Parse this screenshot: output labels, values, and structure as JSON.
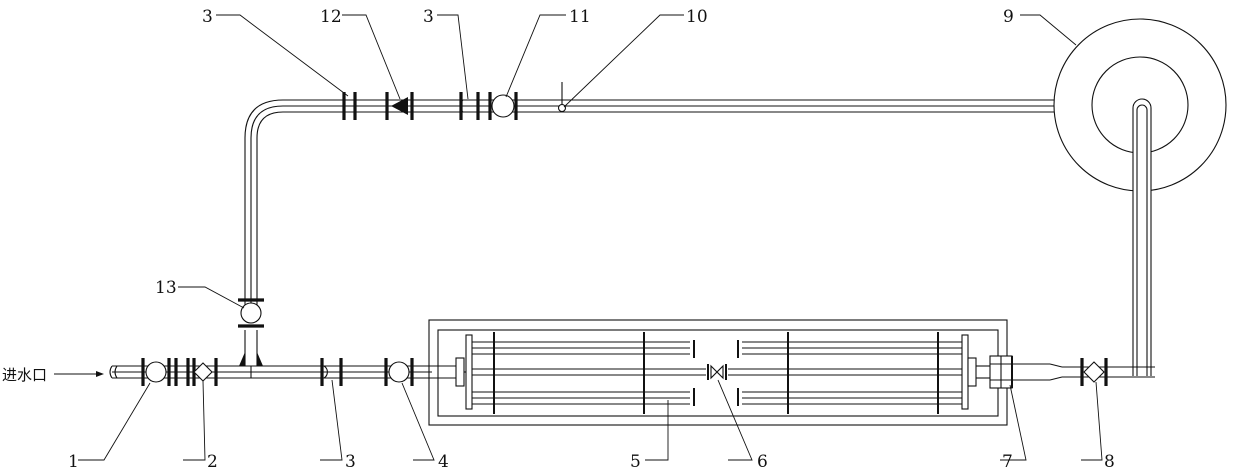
{
  "diagram": {
    "inlet_label": "进水口",
    "callouts": [
      {
        "id": "c1",
        "text": "1"
      },
      {
        "id": "c2",
        "text": "2"
      },
      {
        "id": "c3a",
        "text": "3"
      },
      {
        "id": "c4",
        "text": "4"
      },
      {
        "id": "c5",
        "text": "5"
      },
      {
        "id": "c6",
        "text": "6"
      },
      {
        "id": "c7",
        "text": "7"
      },
      {
        "id": "c8",
        "text": "8"
      },
      {
        "id": "c13",
        "text": "13"
      },
      {
        "id": "c3b",
        "text": "3"
      },
      {
        "id": "c12",
        "text": "12"
      },
      {
        "id": "c3c",
        "text": "3"
      },
      {
        "id": "c11",
        "text": "11"
      },
      {
        "id": "c10",
        "text": "10"
      },
      {
        "id": "c9",
        "text": "9"
      }
    ]
  }
}
